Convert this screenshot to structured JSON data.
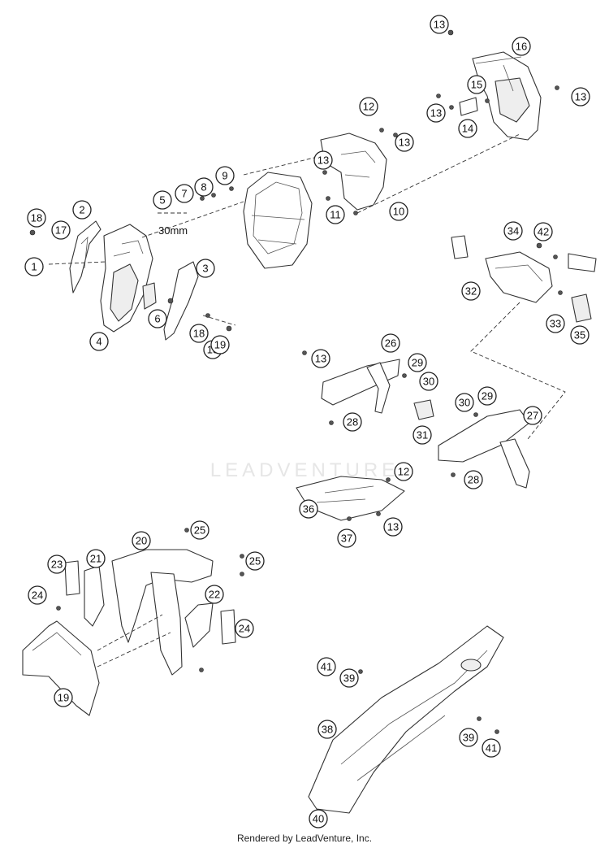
{
  "diagram": {
    "dimension_label": "30mm",
    "watermark": "LEADVENTURE",
    "footer": "Rendered by LeadVenture, Inc.",
    "callouts": [
      "1",
      "2",
      "3",
      "4",
      "5",
      "6",
      "7",
      "8",
      "9",
      "10",
      "11",
      "12",
      "12",
      "13",
      "13",
      "13",
      "13",
      "13",
      "13",
      "13",
      "13",
      "14",
      "15",
      "16",
      "17",
      "18",
      "18",
      "19",
      "19",
      "20",
      "21",
      "22",
      "23",
      "24",
      "24",
      "25",
      "25",
      "26",
      "27",
      "28",
      "28",
      "29",
      "29",
      "30",
      "30",
      "31",
      "32",
      "33",
      "34",
      "35",
      "36",
      "37",
      "38",
      "39",
      "39",
      "40",
      "41",
      "41",
      "42"
    ]
  }
}
